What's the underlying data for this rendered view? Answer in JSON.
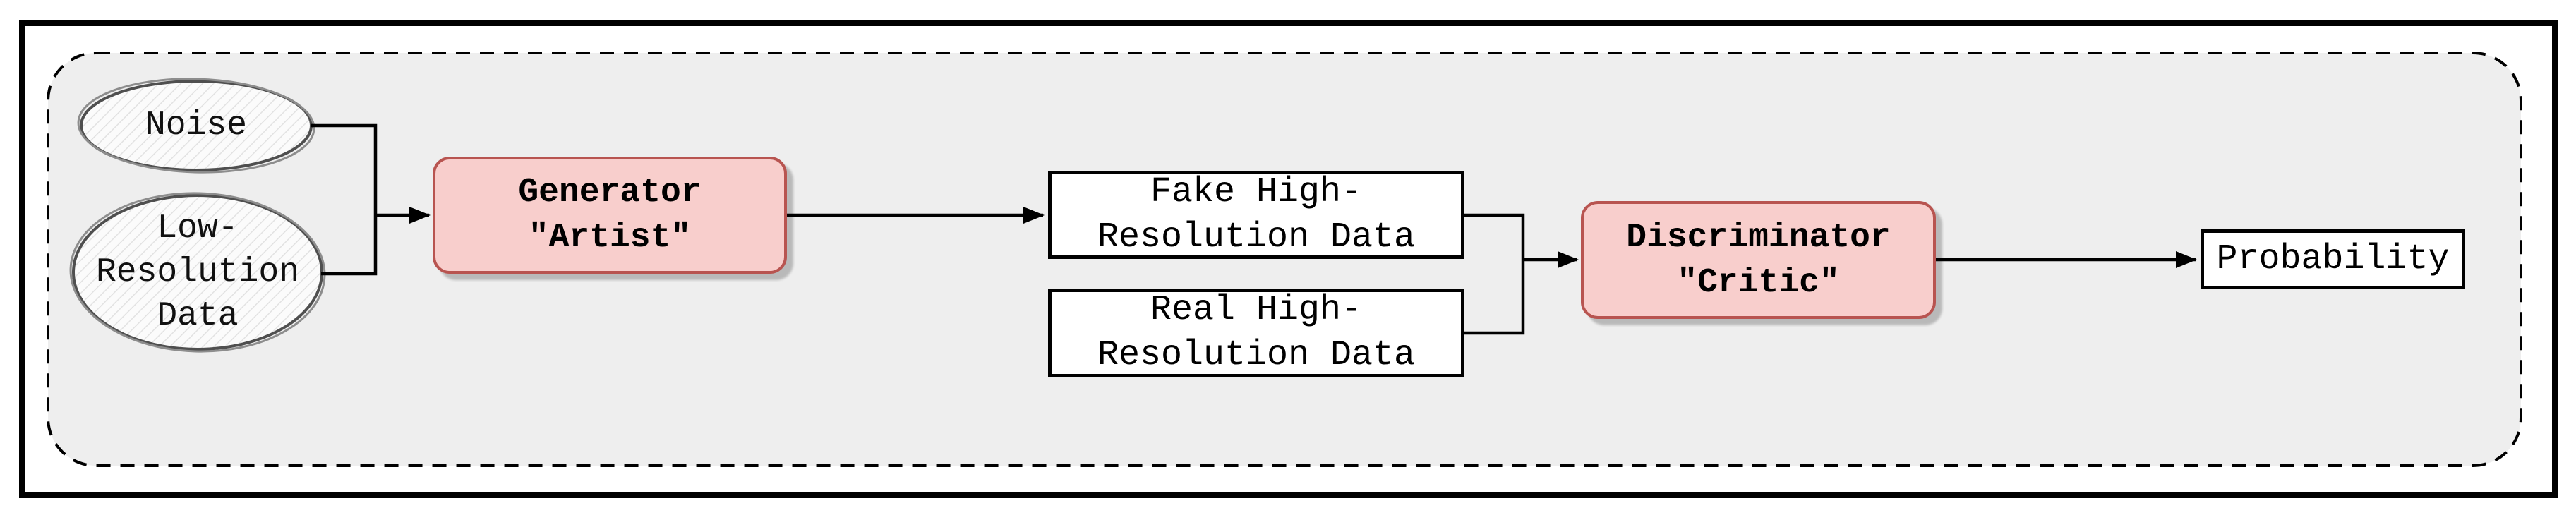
{
  "diagram": {
    "type": "flowchart",
    "colors": {
      "outer_frame_stroke": "#000000",
      "container_fill": "#eeeeee",
      "container_stroke": "#000000",
      "accent_node_fill": "#f8cecc",
      "accent_node_stroke": "#b85450",
      "plain_node_fill": "#ffffff",
      "edge_stroke": "#000000",
      "ellipse_stroke": "#4f4f4f"
    },
    "nodes": {
      "noise": {
        "shape": "ellipse",
        "label": "Noise"
      },
      "low_resolution": {
        "shape": "ellipse",
        "label": "Low-\nResolution\nData"
      },
      "generator": {
        "shape": "rounded-rect",
        "label": "Generator\n\"Artist\""
      },
      "fake_high_res": {
        "shape": "rect",
        "label": "Fake High-\nResolution Data"
      },
      "real_high_res": {
        "shape": "rect",
        "label": "Real High-\nResolution Data"
      },
      "discriminator": {
        "shape": "rounded-rect",
        "label": "Discriminator\n\"Critic\""
      },
      "probability": {
        "shape": "rect",
        "label": "Probability"
      }
    },
    "edges": [
      {
        "from": "noise",
        "to": "generator",
        "arrow": true
      },
      {
        "from": "low_resolution",
        "to": "generator",
        "arrow": true
      },
      {
        "from": "generator",
        "to": "fake_high_res",
        "arrow": true
      },
      {
        "from": "fake_high_res",
        "to": "discriminator",
        "arrow": true
      },
      {
        "from": "real_high_res",
        "to": "discriminator",
        "arrow": true
      },
      {
        "from": "discriminator",
        "to": "probability",
        "arrow": true
      }
    ]
  }
}
